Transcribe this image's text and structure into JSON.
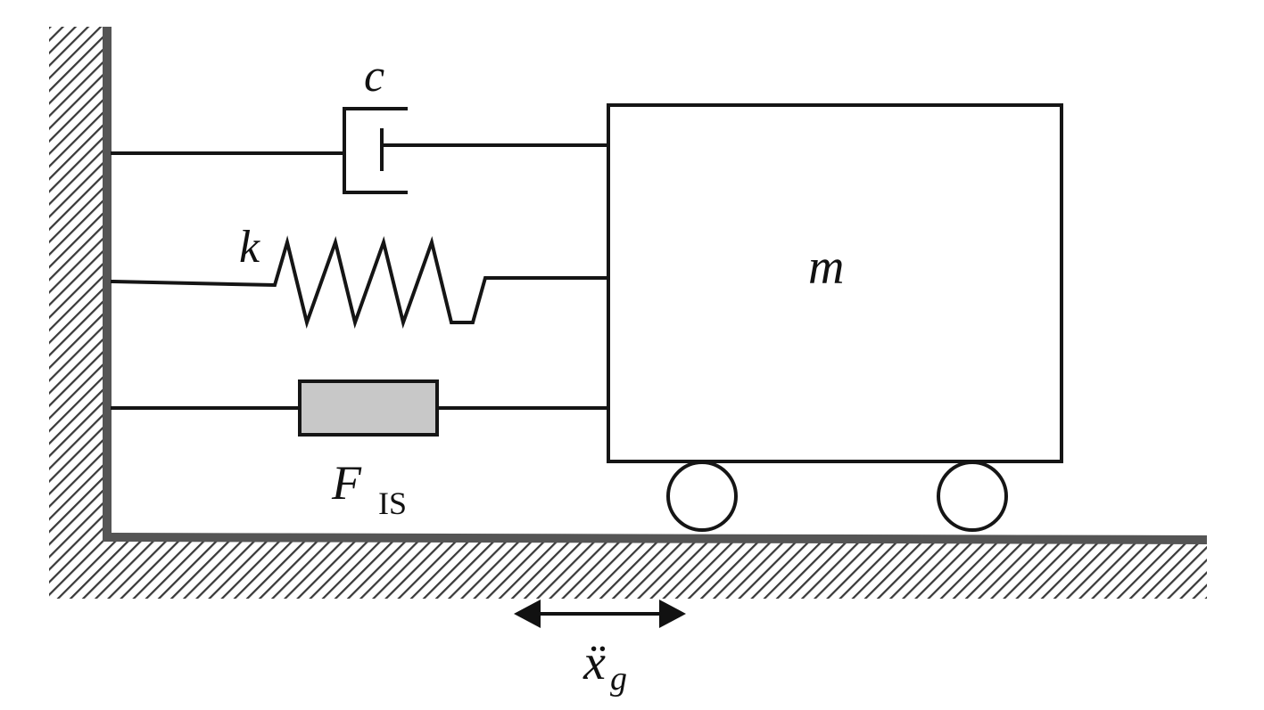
{
  "labels": {
    "damper": "c",
    "spring": "k",
    "mass": "m",
    "isolator_main": "F",
    "isolator_sub": "IS",
    "ground_accel": "ẍ",
    "ground_accel_sub": "g"
  },
  "colors": {
    "line": "#151515",
    "wall": "#555555",
    "hatch": "#444444",
    "isolator_fill": "#c8c8c8",
    "background": "#ffffff"
  },
  "icons": {
    "ground_motion": "double-arrow-icon"
  }
}
